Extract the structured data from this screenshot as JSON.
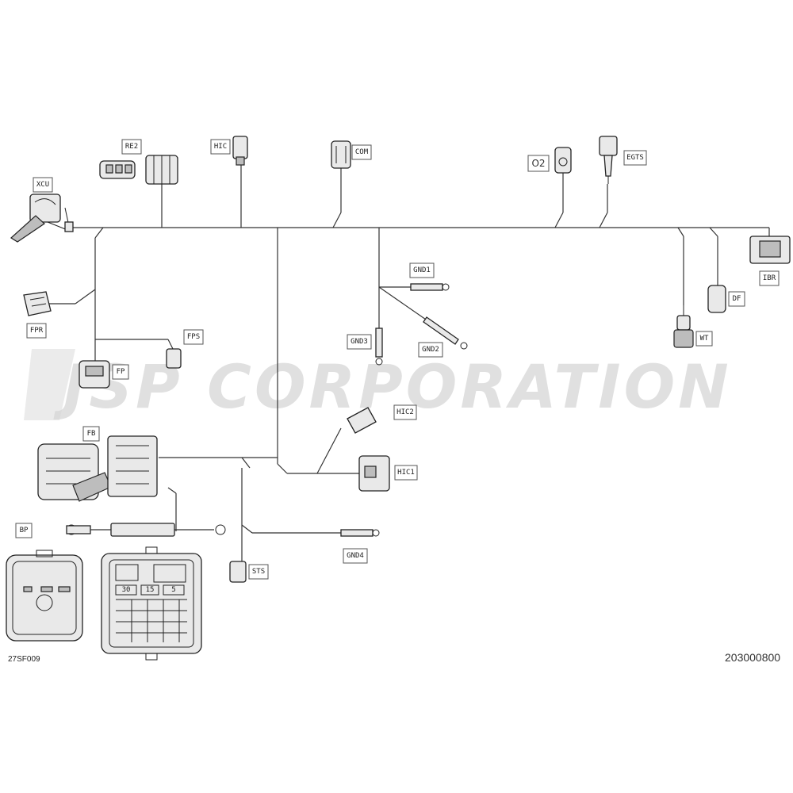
{
  "watermark": "JSP CORPORATION",
  "figure_code": "27SF009",
  "part_number": "203000800",
  "labels": {
    "xcu": "XCU",
    "re2": "RE2",
    "hic": "HIC",
    "com": "COM",
    "o2": "O2",
    "egts": "EGTS",
    "ibr": "IBR",
    "df": "DF",
    "wt": "WT",
    "fpr": "FPR",
    "fps": "FPS",
    "fp": "FP",
    "gnd1": "GND1",
    "gnd2": "GND2",
    "gnd3": "GND3",
    "gnd4": "GND4",
    "hic2": "HIC2",
    "hic1": "HIC1",
    "fb": "FB",
    "bp": "BP",
    "sts": "STS"
  },
  "fuse_labels": {
    "f30": "30",
    "f15": "15",
    "f5": "5"
  }
}
